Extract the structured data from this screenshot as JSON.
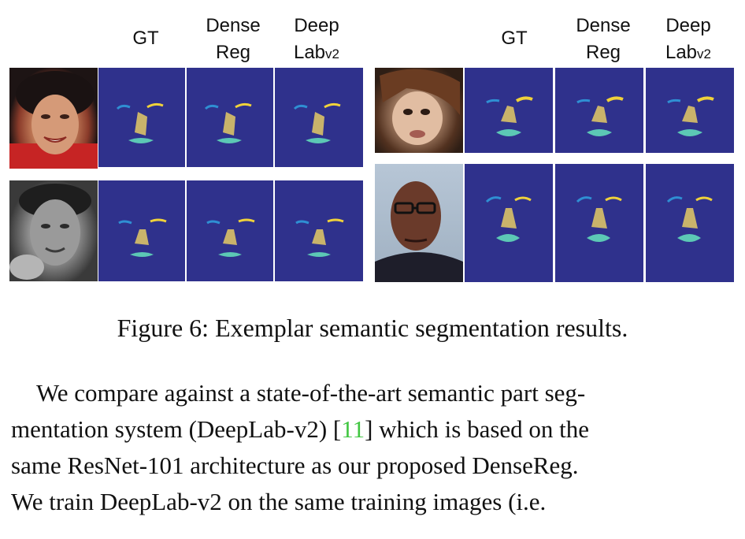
{
  "column_headers": {
    "left": {
      "gt": "GT",
      "densereg_line1": "Dense",
      "densereg_line2": "Reg",
      "deeplab_line1": "Deep",
      "deeplab_lab": "Lab",
      "deeplab_sub": "v2"
    },
    "right": {
      "gt": "GT",
      "densereg_line1": "Dense",
      "densereg_line2": "Reg",
      "deeplab_line1": "Deep",
      "deeplab_lab": "Lab",
      "deeplab_sub": "v2"
    }
  },
  "colors": {
    "segmentation_background": "#2f318c",
    "eyebrow_left": "#2f8fd3",
    "eyebrow_right": "#f0d23a",
    "nose": "#c9b36b",
    "mouth": "#5cc8b5",
    "citation_link": "#41c641"
  },
  "figure": {
    "caption": "Figure 6: Exemplar semantic segmentation results."
  },
  "body": {
    "line1": "We compare against a state-of-the-art semantic part seg-",
    "line2_before": "mentation system (DeepLab-v2) [",
    "line2_cite": "11",
    "line2_after": "] which is based on the",
    "line3": "same ResNet-101 architecture as our proposed DenseReg.",
    "line4": "We train DeepLab-v2 on the same training images (i.e."
  }
}
